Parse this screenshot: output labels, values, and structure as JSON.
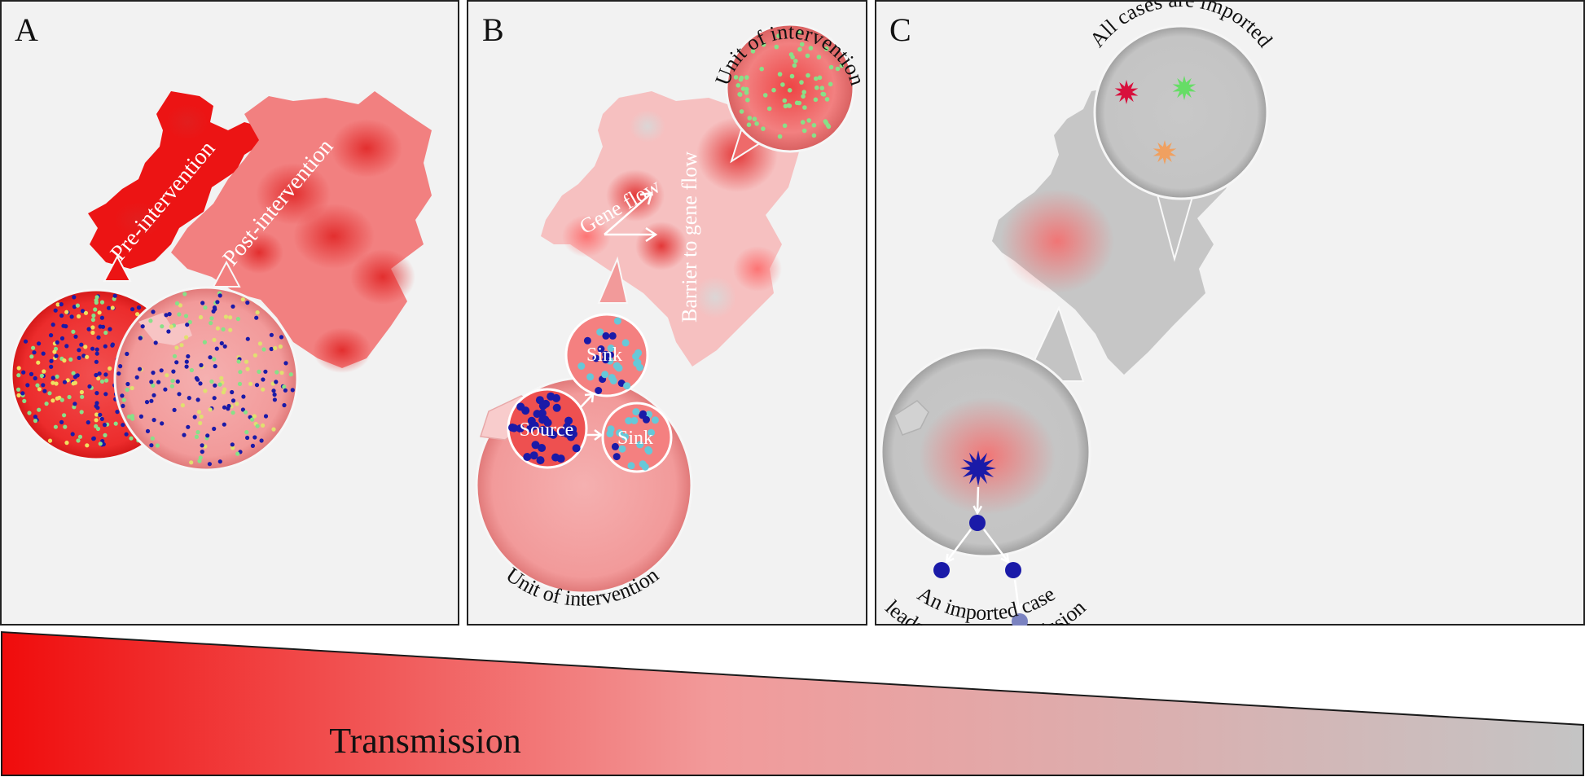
{
  "panels": {
    "a": {
      "letter": "A",
      "pre_label": "Pre-intervention",
      "post_label": "Post-intervention"
    },
    "b": {
      "letter": "B",
      "unit_top": "Unit of intervention",
      "unit_bottom": "Unit of intervention",
      "gene_flow": "Gene flow",
      "barrier": "Barrier to gene flow",
      "source": "Source",
      "sink1": "Sink",
      "sink2": "Sink"
    },
    "c": {
      "letter": "C",
      "imported_all": "All cases are imported",
      "imported_line1": "An imported case",
      "imported_line2": "leads to local transmission"
    }
  },
  "transmission_label": "Transmission",
  "colors": {
    "high": "#ee1111",
    "medium": "#f4a0a0",
    "low": "#c8c8c8",
    "parasite_resident": "#1a1aa8",
    "parasite_green": "#88e088",
    "parasite_cyan": "#66c8d8",
    "imported_red": "#d8103c",
    "imported_green": "#66dd66",
    "imported_orange": "#f0a060"
  }
}
